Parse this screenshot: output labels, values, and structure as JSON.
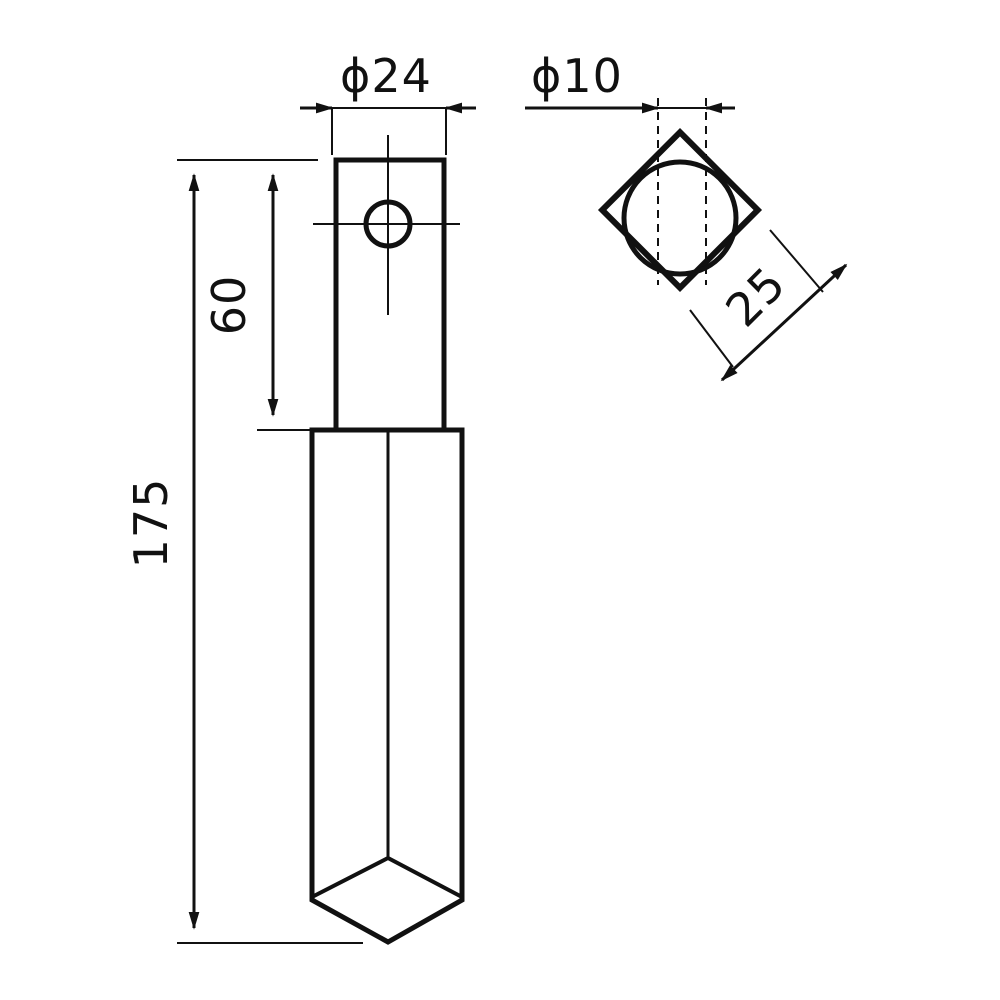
{
  "dimensions": {
    "shank_diameter": "ϕ24",
    "pin_hole_diameter": "ϕ10",
    "square_width": "25",
    "tab_length": "60",
    "overall_length": "175"
  },
  "colors": {
    "line": "#111111",
    "background": "#ffffff"
  }
}
